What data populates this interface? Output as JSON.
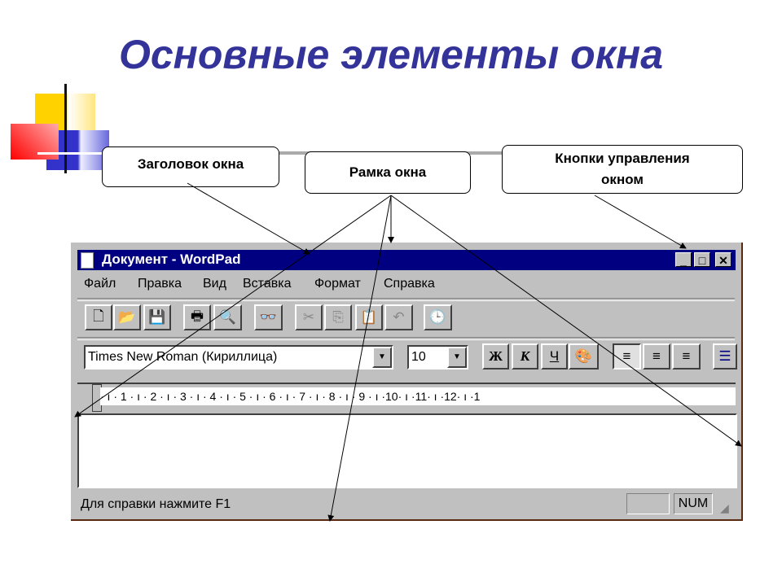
{
  "slide": {
    "title": "Основные элементы окна"
  },
  "callouts": {
    "title": "Заголовок окна",
    "frame": "Рамка окна",
    "controls": "Кнопки управления окном"
  },
  "window": {
    "title": "Документ - WordPad",
    "controls": {
      "minimize": "_",
      "maximize": "□",
      "close": "✕"
    },
    "menu": [
      {
        "label": "Файл"
      },
      {
        "label": "Правка"
      },
      {
        "label": "Вид"
      },
      {
        "label": "Вставка"
      },
      {
        "label": "Формат"
      },
      {
        "label": "Справка"
      }
    ],
    "toolbar": {
      "new": "🗋",
      "open": "📂",
      "save": "💾",
      "print": "🖶",
      "preview": "🔍",
      "find": "👓",
      "cut": "✂",
      "copy": "⎘",
      "paste": "📋",
      "undo": "↶",
      "datetime": "🕒"
    },
    "format": {
      "font": "Times New Roman (Кириллица)",
      "size": "10",
      "bold": "Ж",
      "italic": "К",
      "underline": "Ч",
      "color": "🎨",
      "align_left": "≡",
      "align_center": "≡",
      "align_right": "≡",
      "bullets": "☰"
    },
    "ruler": "· ı · 1 · ı · 2 · ı · 3 · ı · 4 · ı · 5 · ı · 6 · ı · 7 · ı · 8 · ı · 9 · ı ·10· ı ·11· ı ·12· ı ·1",
    "status": {
      "text": "Для справки нажмите F1",
      "num": "NUM"
    }
  }
}
